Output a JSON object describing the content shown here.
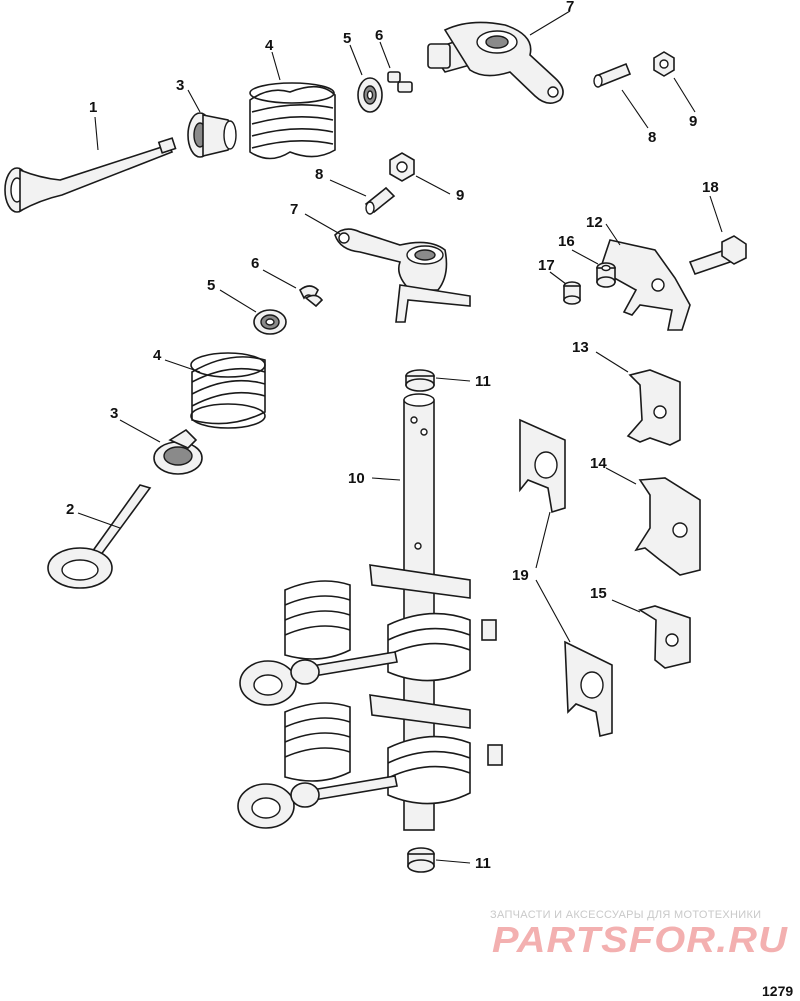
{
  "callouts": {
    "c1": "1",
    "c2": "2",
    "c3a": "3",
    "c3b": "3",
    "c4a": "4",
    "c4b": "4",
    "c5a": "5",
    "c5b": "5",
    "c6a": "6",
    "c6b": "6",
    "c7a": "7",
    "c7b": "7",
    "c8a": "8",
    "c8b": "8",
    "c9a": "9",
    "c9b": "9",
    "c10": "10",
    "c11a": "11",
    "c11b": "11",
    "c12": "12",
    "c13": "13",
    "c14": "14",
    "c15": "15",
    "c16": "16",
    "c17": "17",
    "c18": "18",
    "c19": "19"
  },
  "watermark": {
    "tagline": "ЗАПЧАСТИ И АКСЕССУАРЫ ДЛЯ МОТОТЕХНИКИ",
    "brand": "PARTSFOR.RU",
    "color": "#f3b0b0"
  },
  "figure_number": "1279"
}
